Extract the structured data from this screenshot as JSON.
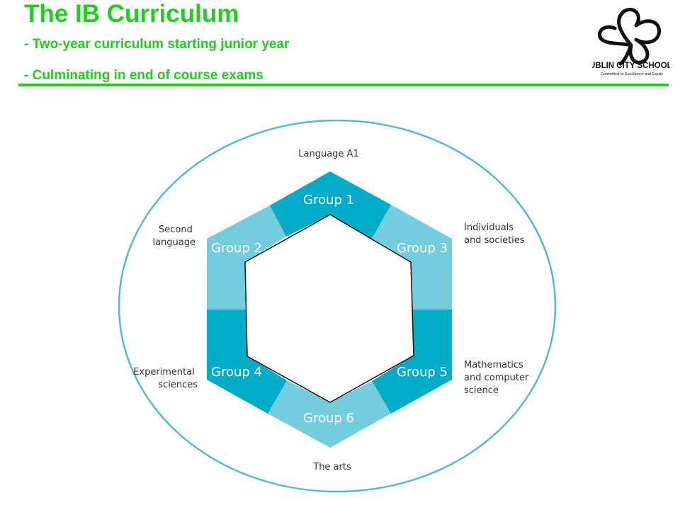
{
  "header": {
    "title": "The IB Curriculum",
    "line1": "- Two-year curriculum starting junior year",
    "line2": "- Culminating in end of course exams"
  },
  "logo": {
    "line1": "DUBLIN CITY SCHOOLS",
    "tagline": "Committed to Excellence and Equity"
  },
  "diagram": {
    "groups": [
      {
        "label": "Group 1"
      },
      {
        "label": "Group 2"
      },
      {
        "label": "Group 3"
      },
      {
        "label": "Group 4"
      },
      {
        "label": "Group 5"
      },
      {
        "label": "Group 6"
      }
    ],
    "subjects": {
      "language_a1": [
        "Language A1"
      ],
      "second_language": [
        "Second",
        "language"
      ],
      "individuals": [
        "Individuals",
        "and societies"
      ],
      "experimental": [
        "Experimental",
        "sciences"
      ],
      "mathematics": [
        "Mathematics",
        "and computer",
        "science"
      ],
      "arts": [
        "The arts"
      ]
    },
    "colors": {
      "dark": "#00acc8",
      "light": "#74cddc",
      "ring": "#5ab8cc"
    }
  }
}
